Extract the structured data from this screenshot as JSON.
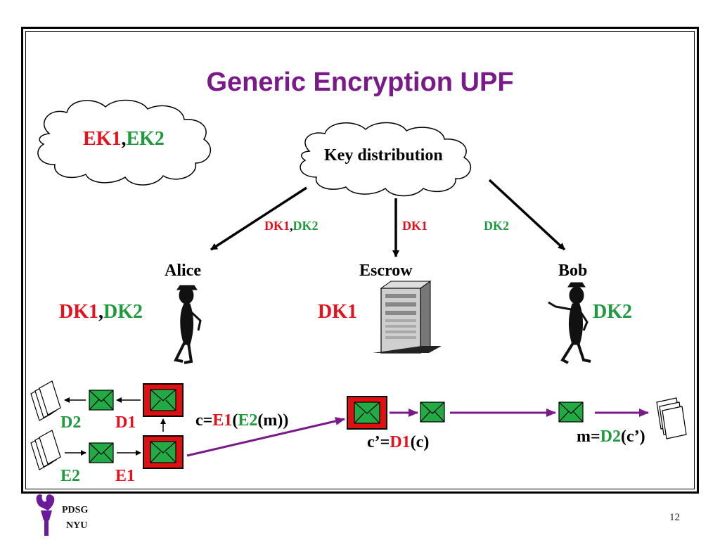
{
  "title": "Generic Encryption UPF",
  "cloud_left": {
    "ek1": "EK1",
    "comma": ",",
    "ek2": "EK2"
  },
  "cloud_center": {
    "label": "Key distribution"
  },
  "arrow_labels": {
    "alice_dk1": "DK1",
    "alice_comma": ",",
    "alice_dk2": "DK2",
    "escrow_dk1": "DK1",
    "bob_dk2": "DK2"
  },
  "actors": {
    "alice": {
      "name": "Alice",
      "dk1": "DK1",
      "comma": ",",
      "dk2": "DK2"
    },
    "escrow": {
      "name": "Escrow",
      "dk1": "DK1"
    },
    "bob": {
      "name": "Bob",
      "dk2": "DK2"
    }
  },
  "flow": {
    "d2": "D2",
    "d1": "D1",
    "e2": "E2",
    "e1": "E1",
    "cipher_prefix": "c=",
    "cipher_e1": "E1",
    "cipher_open": "(",
    "cipher_e2": "E2",
    "cipher_close": "(m))",
    "escrow_prefix": "c’=",
    "escrow_d1": "D1",
    "escrow_suffix": "(c)",
    "bob_prefix": "m=",
    "bob_d2": "D2",
    "bob_suffix": "(c’)"
  },
  "footer": {
    "logo_line1": "PDSG",
    "logo_line2": "NYU",
    "slide_number": "12"
  },
  "colors": {
    "title": "#7a1a8a",
    "red": "#e8101a",
    "green": "#1e9a3c",
    "purple_arrow": "#7a1a8a",
    "envelope": "#22aa44",
    "box_red": "#e01010"
  }
}
